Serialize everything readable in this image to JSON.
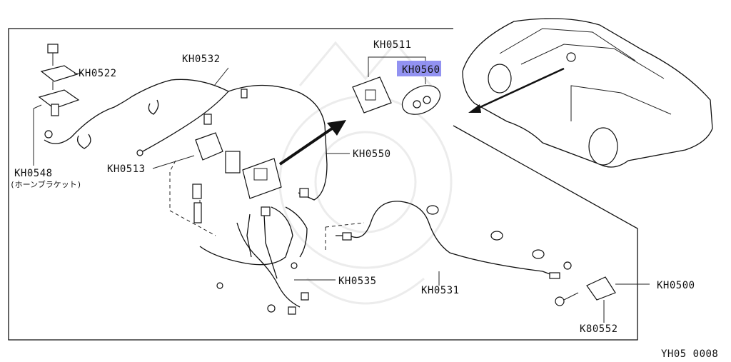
{
  "labels": {
    "kh0522": "KH0522",
    "kh0532": "KH0532",
    "kh0511": "KH0511",
    "kh0560": "KH0560",
    "kh0548": "KH0548",
    "kh0548_note": "(ホーンブラケット)",
    "kh0513": "KH0513",
    "kh0550": "KH0550",
    "kh0535": "KH0535",
    "kh0531": "KH0531",
    "kh0500": "KH0500",
    "k80552": "K80552"
  },
  "footer_code": "YH05 0008",
  "colors": {
    "highlight": "#8c8cf0",
    "line": "#111111"
  }
}
